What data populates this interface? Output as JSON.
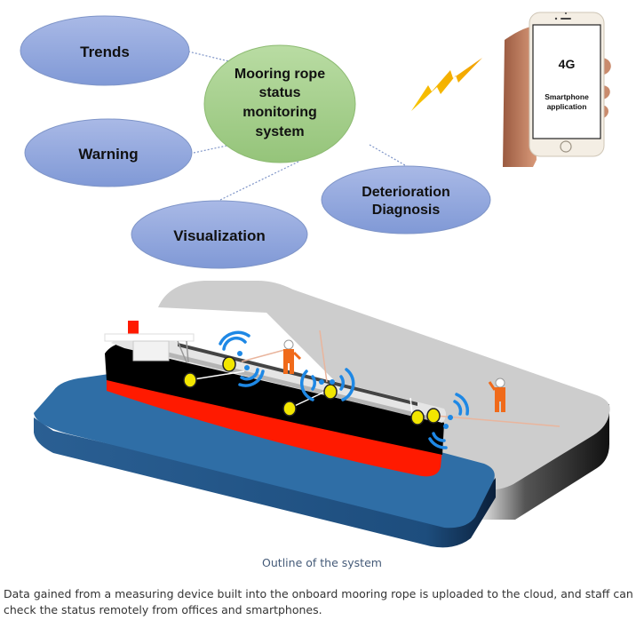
{
  "diagram": {
    "center_node": {
      "lines": [
        "Mooring rope",
        "status",
        "monitoring",
        "system"
      ],
      "color": "#a8d08d"
    },
    "feature_nodes": [
      {
        "id": "trends",
        "lines": [
          "Trends"
        ]
      },
      {
        "id": "warning",
        "lines": [
          "Warning"
        ]
      },
      {
        "id": "visualization",
        "lines": [
          "Visualization"
        ]
      },
      {
        "id": "deterioration-diagnosis",
        "lines": [
          "Deterioration",
          "Diagnosis"
        ]
      }
    ],
    "feature_color": "#8fa6dc",
    "phone": {
      "network": "4G",
      "app_lines": [
        "Smartphone",
        "application"
      ]
    },
    "colors": {
      "water": "#2e6da4",
      "quay": "#cfcfcf",
      "hull_black": "#000000",
      "hull_red": "#ff0000",
      "signal": "#1e88e5",
      "sensor": "#f2e600",
      "lightning": "#f5b800"
    }
  },
  "caption": "Outline of the system",
  "description": "Data gained from a measuring device built into the onboard mooring rope is uploaded to the cloud, and staff can check the status remotely from offices and smartphones."
}
